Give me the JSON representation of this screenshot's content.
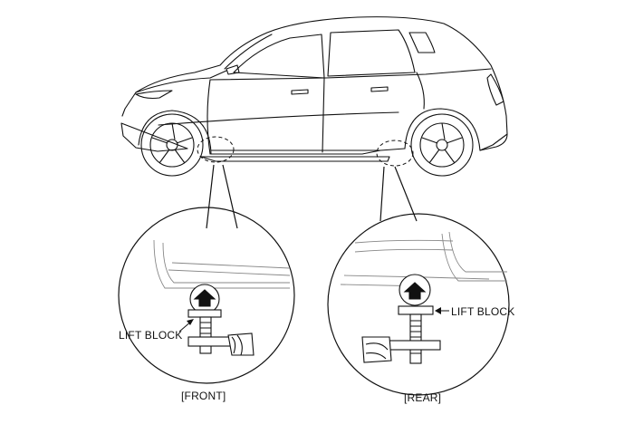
{
  "diagram": {
    "labels": {
      "front_lift_block": "LIFT BLOCK",
      "rear_lift_block": "LIFT BLOCK",
      "front_caption": "[FRONT]",
      "rear_caption": "[REAR]"
    },
    "colors": {
      "line": "#111111",
      "faint": "#9a9a9a",
      "background": "#ffffff"
    }
  }
}
